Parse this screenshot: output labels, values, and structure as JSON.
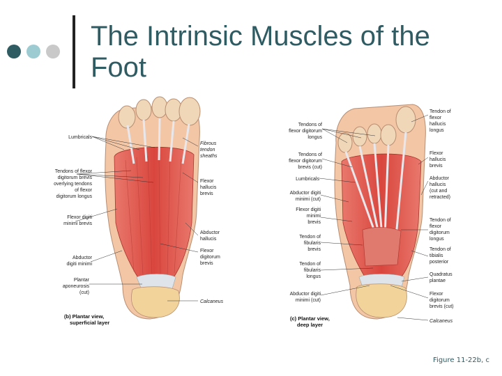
{
  "title": "The Intrinsic Muscles of the Foot",
  "colors": {
    "title": "#2f5b63",
    "dot_dark": "#2f5b63",
    "dot_mid": "#9ccbd1",
    "dot_light": "#c9c9c9",
    "muscle": "#e2554c",
    "tendon": "#e6e6ea",
    "bone": "#f2d49b"
  },
  "left_panel": {
    "labels_left": {
      "lumbricals": "Lumbricals",
      "tendons_fdb_1": "Tendons of flexor",
      "tendons_fdb_2": "digitorum brevis",
      "tendons_fdb_3": "overlying tendons",
      "tendons_fdb_4": "of flexor",
      "tendons_fdb_5": "digitorum longus",
      "fdmb_1": "Flexor digiti",
      "fdmb_2": "minimi brevis",
      "adm_1": "Abductor",
      "adm_2": "digiti minimi",
      "pa_1": "Plantar",
      "pa_2": "aponeurosis",
      "pa_3": "(cut)"
    },
    "labels_right": {
      "fts_1": "Fibrous",
      "fts_2": "tendon",
      "fts_3": "sheaths",
      "fhb_1": "Flexor",
      "fhb_2": "hallucis",
      "fhb_3": "brevis",
      "ah_1": "Abductor",
      "ah_2": "hallucis",
      "fdb_1": "Flexor",
      "fdb_2": "digitorum",
      "fdb_3": "brevis",
      "calcaneus": "Calcaneus"
    },
    "caption_1": "(b) Plantar view,",
    "caption_2": "superficial layer"
  },
  "right_panel": {
    "labels_left": {
      "tfdl_1": "Tendons of",
      "tfdl_2": "flexor digitorum",
      "tfdl_3": "longus",
      "tfdb_1": "Tendons of",
      "tfdb_2": "flexor digitorum",
      "tfdb_3": "brevis (cut)",
      "lumbricals": "Lumbricals",
      "adm_1": "Abductor digiti",
      "adm_2": "minimi (cut)",
      "fdmb_1": "Flexor digiti",
      "fdmb_2": "minimi",
      "fdmb_3": "brevis",
      "tfb_1": "Tendon of",
      "tfb_2": "fibularis",
      "tfb_3": "brevis",
      "tfl_1": "Tendon of",
      "tfl_2": "fibularis",
      "tfl_3": "longus",
      "admc_1": "Abductor digiti",
      "admc_2": "minimi (cut)"
    },
    "labels_right": {
      "tfhl_1": "Tendon of",
      "tfhl_2": "flexor",
      "tfhl_3": "hallucis",
      "tfhl_4": "longus",
      "fhb_1": "Flexor",
      "fhb_2": "hallucis",
      "fhb_3": "brevis",
      "ah_1": "Abductor",
      "ah_2": "hallucis",
      "ah_3": "(cut and",
      "ah_4": "retracted)",
      "tfdl_1": "Tendon of",
      "tfdl_2": "flexor",
      "tfdl_3": "digitorum",
      "tfdl_4": "longus",
      "ttp_1": "Tendon of",
      "ttp_2": "tibialis",
      "ttp_3": "posterior",
      "qp_1": "Quadratus",
      "qp_2": "plantae",
      "fdbc_1": "Flexor",
      "fdbc_2": "digitorum",
      "fdbc_3": "brevis  (cut)",
      "calcaneus": "Calcaneus"
    },
    "caption_1": "(c) Plantar view,",
    "caption_2": "deep layer"
  },
  "figure_caption": "Figure 11-22b, c"
}
